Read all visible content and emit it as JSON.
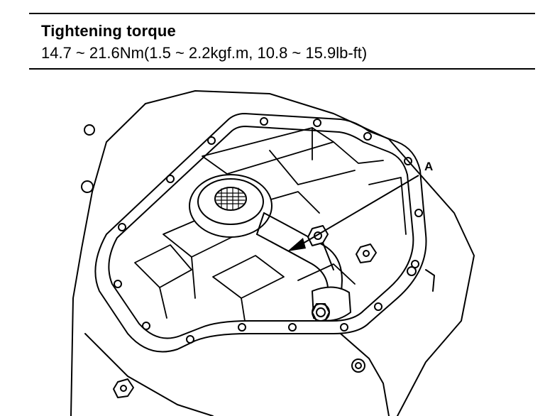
{
  "spec": {
    "title": "Tightening torque",
    "value": "14.7 ~ 21.6Nm(1.5 ~ 2.2kgf.m, 10.8 ~ 15.9lb-ft)"
  },
  "figure": {
    "callout_label": "A"
  }
}
